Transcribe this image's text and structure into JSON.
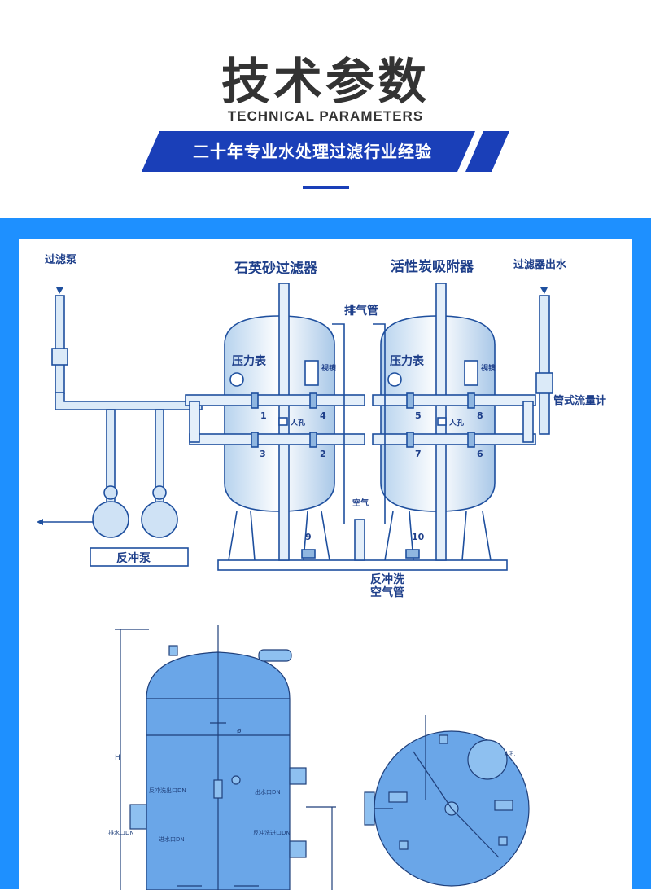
{
  "header": {
    "title": "技术参数",
    "subtitle": "TECHNICAL PARAMETERS",
    "tagline": "二十年专业水处理过滤行业经验",
    "accent": "#1a3fb8",
    "frame_color": "#1e90ff"
  },
  "schematic": {
    "inlet_label": "过滤泵",
    "filter1_label": "石英砂过滤器",
    "filter2_label": "活性炭吸附器",
    "outlet_label": "过滤器出水",
    "exhaust_label": "排气管",
    "gauge_label": "压力表",
    "sight_label": "视镜",
    "manhole_label": "人孔",
    "flowmeter_label": "管式流量计",
    "air_label": "空气",
    "backwash_pump_label": "反冲泵",
    "backwash_air_label_1": "反冲洗",
    "backwash_air_label_2": "空气管",
    "valve_numbers": [
      "1",
      "2",
      "3",
      "4",
      "5",
      "6",
      "7",
      "8",
      "9",
      "10"
    ]
  },
  "drawing": {
    "dim_h": "H",
    "dim_d": "ø",
    "label_backwash_out": "反冲洗出口DN",
    "label_inlet": "进水口DN",
    "label_outlet": "出水口DN",
    "label_drain": "排水口DN",
    "label_backwash_in": "反冲洗进口DN"
  }
}
